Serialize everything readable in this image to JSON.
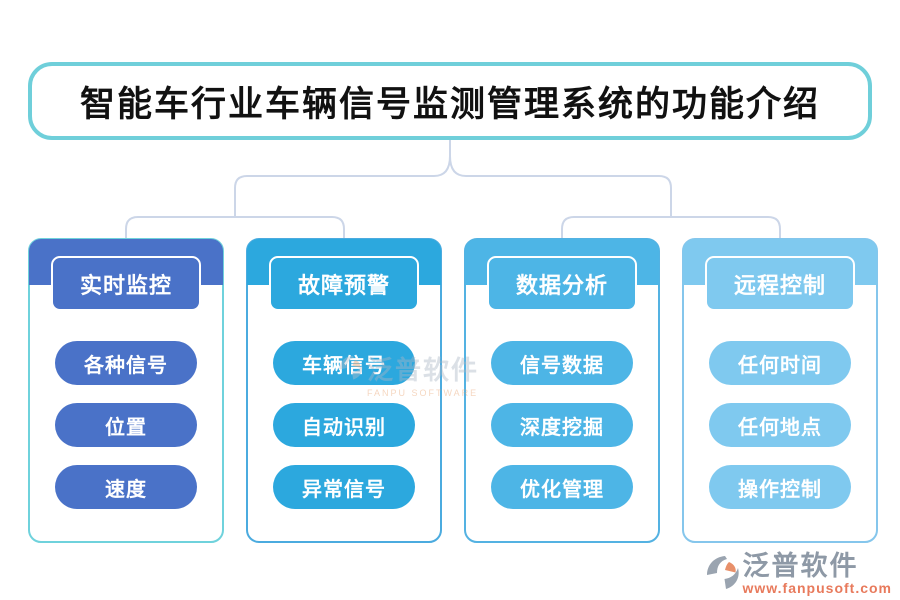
{
  "title": "智能车行业车辆信号监测管理系统的功能介绍",
  "colors": {
    "title_border": "#6FCFDA",
    "connector_line": "#ccd6e8",
    "title_text": "#111111"
  },
  "columns": [
    {
      "header": "实时监控",
      "color": "#4A72C8",
      "border_color": "#6FD2DC",
      "items": [
        "各种信号",
        "位置",
        "速度"
      ]
    },
    {
      "header": "故障预警",
      "color": "#2CA8DE",
      "border_color": "#4BABDF",
      "items": [
        "车辆信号",
        "自动识别",
        "异常信号"
      ]
    },
    {
      "header": "数据分析",
      "color": "#4DB5E6",
      "border_color": "#54B2E2",
      "items": [
        "信号数据",
        "深度挖掘",
        "优化管理"
      ]
    },
    {
      "header": "远程控制",
      "color": "#7FC9EF",
      "border_color": "#85C6EC",
      "items": [
        "任何时间",
        "任何地点",
        "操作控制"
      ]
    }
  ],
  "watermark": {
    "name": "泛普软件",
    "subtext": "FANPU SOFTWARE"
  },
  "brand": {
    "name": "泛普软件",
    "url": "www.fanpusoft.com"
  }
}
